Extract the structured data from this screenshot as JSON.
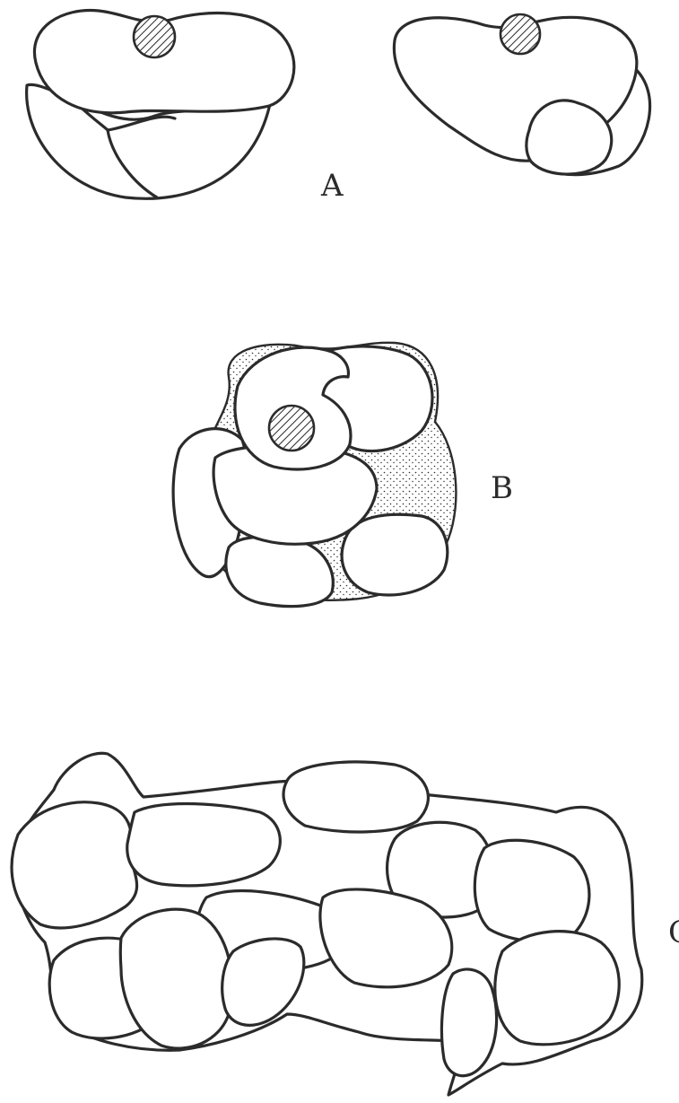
{
  "labels": {
    "a": "A",
    "b": "B",
    "c": "C"
  },
  "colors": {
    "ink": "#2b2b2b",
    "paper": "#ffffff"
  }
}
